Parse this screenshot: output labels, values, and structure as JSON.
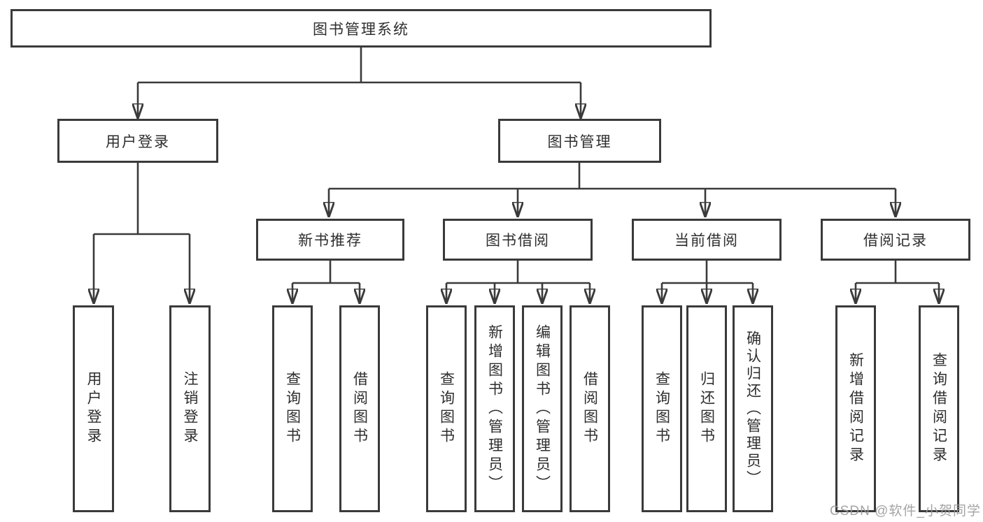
{
  "tree": {
    "root": "图书管理系统",
    "children": [
      {
        "label": "用户登录",
        "children": [
          {
            "label": "用户登录"
          },
          {
            "label": "注销登录"
          }
        ]
      },
      {
        "label": "图书管理",
        "children": [
          {
            "label": "新书推荐",
            "children": [
              {
                "label": "查询图书"
              },
              {
                "label": "借阅图书"
              }
            ]
          },
          {
            "label": "图书借阅",
            "children": [
              {
                "label": "查询图书"
              },
              {
                "label": "新增图书（管理员）"
              },
              {
                "label": "编辑图书（管理员）"
              },
              {
                "label": "借阅图书"
              }
            ]
          },
          {
            "label": "当前借阅",
            "children": [
              {
                "label": "查询图书"
              },
              {
                "label": "归还图书"
              },
              {
                "label": "确认归还（管理员）"
              }
            ]
          },
          {
            "label": "借阅记录",
            "children": [
              {
                "label": "新增借阅记录"
              },
              {
                "label": "查询借阅记录"
              }
            ]
          }
        ]
      }
    ]
  },
  "watermark": {
    "text": "CSDN @软件_小贺同学"
  },
  "colors": {
    "line": "#3a3a3a",
    "text": "#2e2e2e",
    "watermark": "#9b9b9b",
    "background": "#ffffff"
  }
}
